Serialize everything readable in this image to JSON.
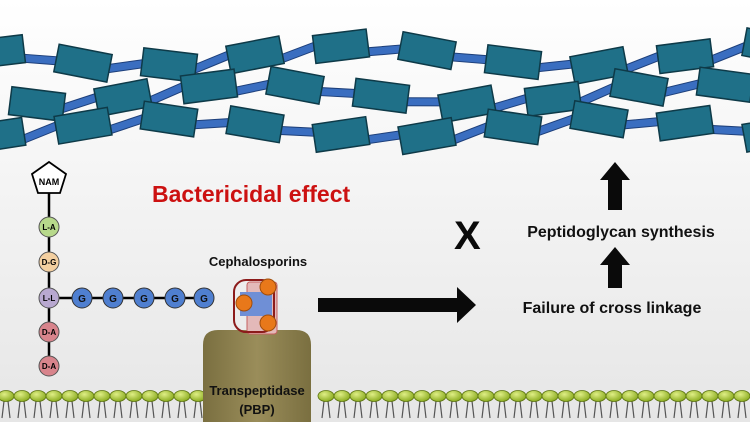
{
  "headline": "Bactericidal effect",
  "drug_label": "Cephalosporins",
  "enzyme_label_line1": "Transpeptidase",
  "enzyme_label_line2": "(PBP)",
  "step1_label": "Failure of cross linkage",
  "step2_label": "Peptidoglycan synthesis",
  "inhibition_mark": "X",
  "chain_head": "NAM",
  "peptide_stem": [
    "L-A",
    "D-G",
    "L-L",
    "D-A",
    "D-A"
  ],
  "glycine_bridge": [
    "G",
    "G",
    "G",
    "G",
    "G"
  ],
  "colors": {
    "headline": "#cc1111",
    "block_fill": "#1f7088",
    "block_edge": "#0e3a48",
    "link_fill": "#3a6ec0",
    "enzyme": "#8b7f4e",
    "drug_orange": "#e8781a",
    "membrane_green": "#9ab824",
    "stem_L_A": "#b7d98b",
    "stem_D_G": "#f3cfa0",
    "stem_L_L": "#b8a8d0",
    "stem_D_A": "#d8848c",
    "glycine": "#4f7fd0"
  }
}
